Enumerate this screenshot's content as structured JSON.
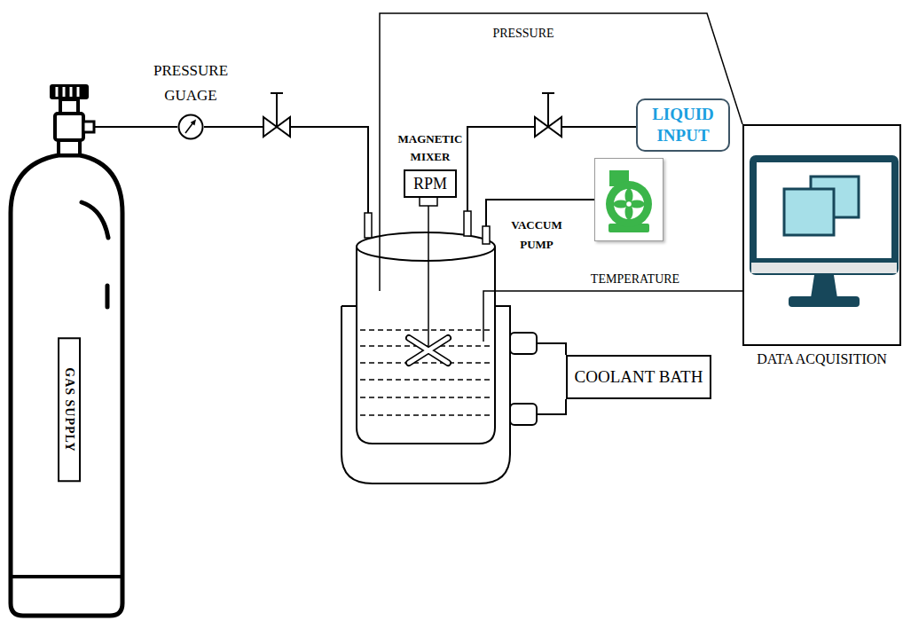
{
  "diagram": {
    "nodes": [
      {
        "text": [
          "GAS SUPPLY"
        ]
      },
      {
        "text": [
          "PRESSURE GUAGE"
        ]
      },
      {
        "text": [
          "MAGNETIC MIXER",
          "RPM"
        ]
      },
      {
        "text": [
          "LIQUID INPUT"
        ]
      },
      {
        "text": [
          "VACCUM PUMP"
        ]
      },
      {
        "text": [
          "DATA ACQUISITION"
        ]
      },
      {
        "text": [
          "COOLANT BATH"
        ]
      }
    ],
    "edges": [
      {
        "from": 0,
        "to": 1,
        "arrow": "none"
      }
    ],
    "labels": [
      "PRESSURE",
      "TEMPERATURE"
    ]
  }
}
